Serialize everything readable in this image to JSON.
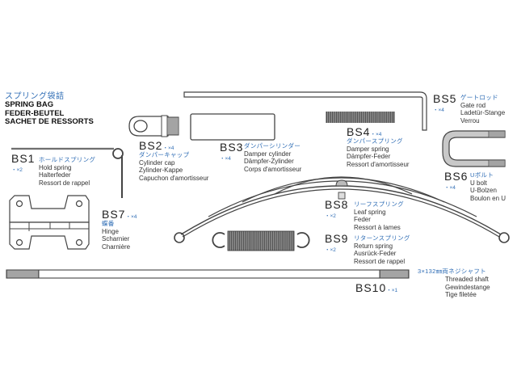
{
  "header": {
    "title_jp": "スプリング袋詰",
    "title_en": "SPRING BAG",
    "title_de": "FEDER-BEUTEL",
    "title_fr": "SACHET DE RESSORTS"
  },
  "parts": [
    {
      "code": "BS1",
      "qty": "・×2",
      "name_jp": "ホールドスプリング",
      "name_en": "Hold spring",
      "name_de": "Halterfeder",
      "name_fr": "Ressort de rappel",
      "icon": "hold-spring-icon"
    },
    {
      "code": "BS2",
      "qty": "・×4",
      "name_jp": "ダンパーキャップ",
      "name_en": "Cylinder cap",
      "name_de": "Zylinder-Kappe",
      "name_fr": "Capuchon d'amortisseur",
      "icon": "cylinder-cap-icon"
    },
    {
      "code": "BS3",
      "qty": "・×4",
      "name_jp": "ダンパーシリンダー",
      "name_en": "Damper cylinder",
      "name_de": "Dämpfer-Zylinder",
      "name_fr": "Corps d'amortisseur",
      "icon": "damper-cylinder-icon"
    },
    {
      "code": "BS4",
      "qty": "・×4",
      "name_jp": "ダンパースプリング",
      "name_en": "Damper spring",
      "name_de": "Dämpfer-Feder",
      "name_fr": "Ressort d'amortisseur",
      "icon": "damper-spring-icon"
    },
    {
      "code": "BS5",
      "qty": "・×4",
      "name_jp": "ゲートロッド",
      "name_en": "Gate rod",
      "name_de": "Ladetür-Stange",
      "name_fr": "Verrou",
      "icon": "gate-rod-icon"
    },
    {
      "code": "BS6",
      "qty": "・×4",
      "name_jp": "Uボルト",
      "name_en": "U bolt",
      "name_de": "U-Bolzen",
      "name_fr": "Boulon en U",
      "icon": "u-bolt-icon"
    },
    {
      "code": "BS7",
      "qty": "・×4",
      "name_jp": "蝶番",
      "name_en": "Hinge",
      "name_de": "Scharnier",
      "name_fr": "Charnière",
      "icon": "hinge-icon"
    },
    {
      "code": "BS8",
      "qty": "・×2",
      "name_jp": "リーフスプリング",
      "name_en": "Leaf spring",
      "name_de": "Feder",
      "name_fr": "Ressort à lames",
      "icon": "leaf-spring-icon"
    },
    {
      "code": "BS9",
      "qty": "・×2",
      "name_jp": "リターンスプリング",
      "name_en": "Return spring",
      "name_de": "Ausrück-Feder",
      "name_fr": "Ressort de rappel",
      "icon": "return-spring-icon"
    },
    {
      "code": "BS10",
      "qty": "・×1",
      "name_jp": "3×132㎜両ネジシャフト",
      "name_en": "Threaded shaft",
      "name_de": "Gewindestange",
      "name_fr": "Tige filetée",
      "icon": "threaded-shaft-icon"
    }
  ],
  "colors": {
    "accent_blue": "#2f6db5",
    "line": "#333333",
    "metal_fill": "#bdbdbd"
  }
}
